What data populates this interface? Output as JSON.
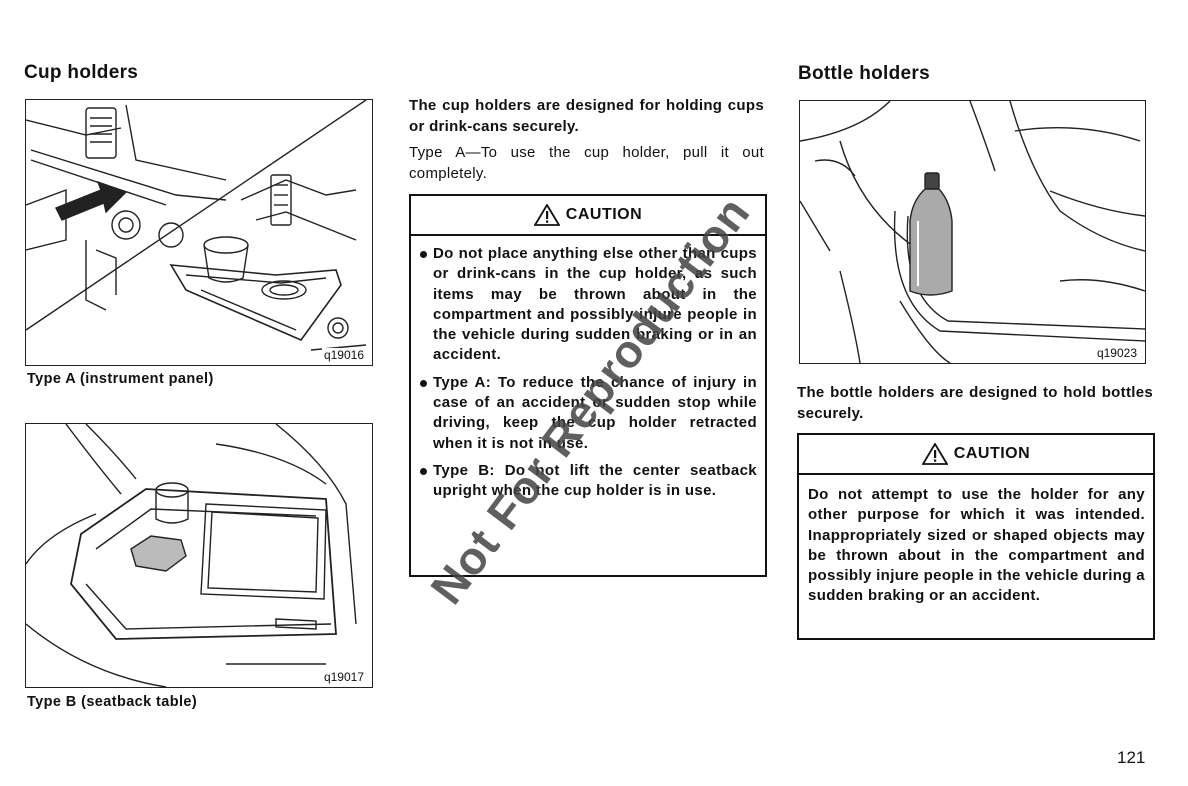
{
  "left": {
    "heading": "Cup holders",
    "figure_a": {
      "id": "q19016",
      "caption": "Type A (instrument panel)"
    },
    "figure_b": {
      "id": "q19017",
      "caption": "Type B (seatback table)"
    }
  },
  "middle": {
    "intro_bold": "The cup holders are designed for holding cups or drink-cans securely.",
    "intro": "Type A—To use the cup holder, pull it out completely.",
    "caution": {
      "title": "CAUTION",
      "items": [
        "Do not place anything else other than cups or drink-cans in the cup holder, as such items may be thrown about in the compartment and possibly injure people in the vehicle during sudden braking or in an accident.",
        "Type A: To reduce the chance of injury in case of an accident or sudden stop while driving, keep the cup holder retracted when it is not in use.",
        "Type B: Do not lift the center seatback upright when the cup holder is in use."
      ]
    }
  },
  "right": {
    "heading": "Bottle holders",
    "figure": {
      "id": "q19023"
    },
    "intro_bold": "The bottle holders are designed to hold bottles securely.",
    "caution": {
      "title": "CAUTION",
      "text": "Do not attempt to use the holder for any other purpose for which it was intended. Inappropriately sized or shaped objects may be thrown about in the compartment and possibly injure people in the vehicle during a sudden braking or an accident."
    }
  },
  "watermark": "Not For Reproduction",
  "page_number": "121"
}
